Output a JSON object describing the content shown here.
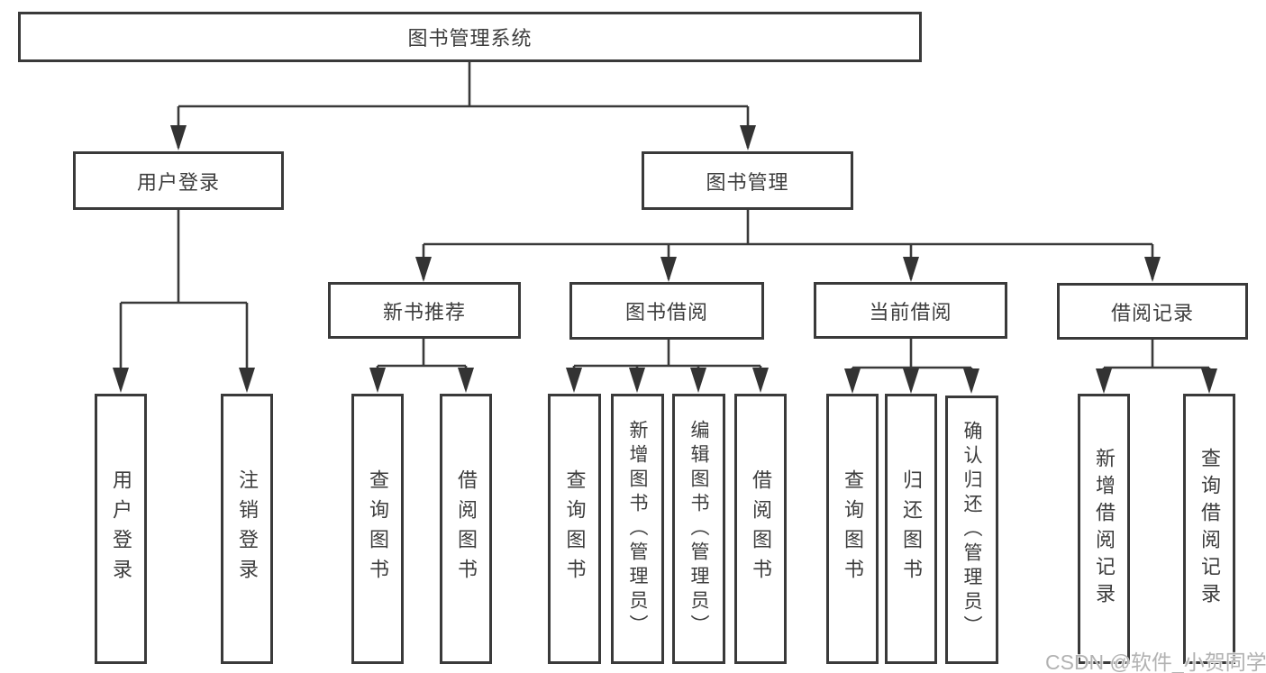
{
  "diagram_type": "hierarchy-structure-chart",
  "tree": {
    "root": {
      "label": "图书管理系统",
      "children": [
        {
          "label": "用户登录",
          "children": [
            {
              "label": "用户登录"
            },
            {
              "label": "注销登录"
            }
          ]
        },
        {
          "label": "图书管理",
          "children": [
            {
              "label": "新书推荐",
              "children": [
                {
                  "label": "查询图书"
                },
                {
                  "label": "借阅图书"
                }
              ]
            },
            {
              "label": "图书借阅",
              "children": [
                {
                  "label": "查询图书"
                },
                {
                  "label": "新增图书（管理员）"
                },
                {
                  "label": "编辑图书（管理员）"
                },
                {
                  "label": "借阅图书"
                }
              ]
            },
            {
              "label": "当前借阅",
              "children": [
                {
                  "label": "查询图书"
                },
                {
                  "label": "归还图书"
                },
                {
                  "label": "确认归还（管理员）"
                }
              ]
            },
            {
              "label": "借阅记录",
              "children": [
                {
                  "label": "新增借阅记录"
                },
                {
                  "label": "查询借阅记录"
                }
              ]
            }
          ]
        }
      ]
    }
  },
  "watermark": {
    "text": "CSDN @软件_小贺同学"
  },
  "colors": {
    "line": "#3a3a3a",
    "box_border": "#3a3a3a",
    "text": "#3d3d3d",
    "watermark": "#b2b2b2",
    "background": "#ffffff"
  }
}
